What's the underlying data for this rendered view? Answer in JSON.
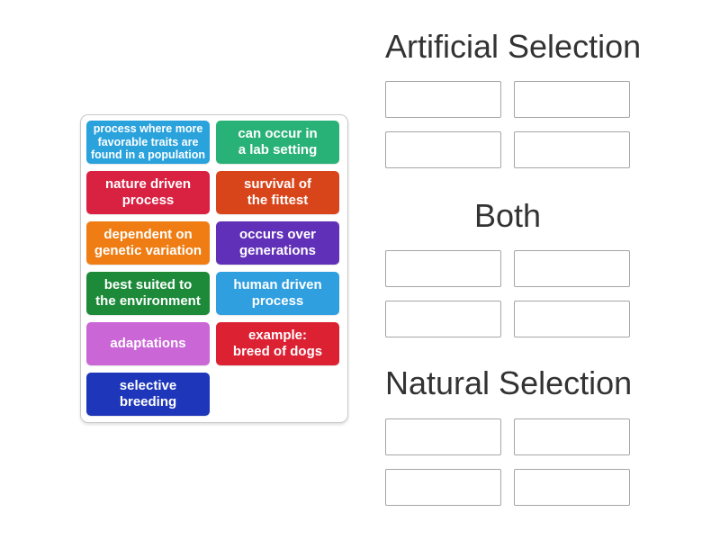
{
  "tile_panel": {
    "tiles": [
      {
        "label": "process where more\nfavorable traits are\nfound in a population",
        "color": "#2aa2dc"
      },
      {
        "label": "can occur in\na lab setting",
        "color": "#29b277"
      },
      {
        "label": "nature driven\nprocess",
        "color": "#d92142"
      },
      {
        "label": "survival of\nthe fittest",
        "color": "#d9451b"
      },
      {
        "label": "dependent on\ngenetic variation",
        "color": "#ef7d13"
      },
      {
        "label": "occurs over\ngenerations",
        "color": "#6130b8"
      },
      {
        "label": "best suited to\nthe environment",
        "color": "#1d8a3a"
      },
      {
        "label": "human driven\nprocess",
        "color": "#2f9fe0"
      },
      {
        "label": "adaptations",
        "color": "#ca66d6"
      },
      {
        "label": "example:\nbreed of dogs",
        "color": "#dc2133"
      },
      {
        "label": "selective\nbreeding",
        "color": "#1d36ba"
      }
    ]
  },
  "groups": [
    {
      "title": "Artificial Selection",
      "slot_count": 4
    },
    {
      "title": "Both",
      "slot_count": 4
    },
    {
      "title": "Natural Selection",
      "slot_count": 4
    }
  ],
  "colors": {
    "page_background": "#ffffff",
    "tile_text": "#ffffff",
    "header_text": "#333333",
    "panel_border": "#c9c9c9",
    "slot_border": "#a6a6a6"
  }
}
